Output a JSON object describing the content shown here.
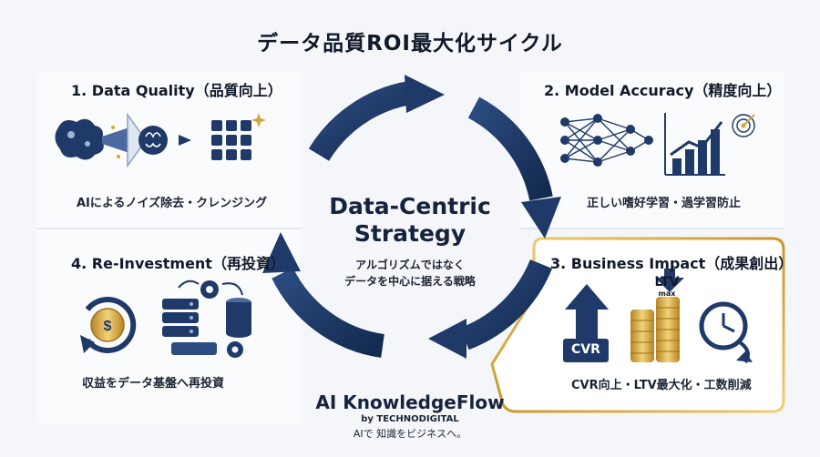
{
  "title": "データ品質ROI最大化サイクル",
  "center": {
    "title_line1": "Data-Centric",
    "title_line2": "Strategy",
    "sub_line1": "アルゴリズムではなく",
    "sub_line2": "データを中心に据える戦略"
  },
  "quadrants": {
    "data_quality": {
      "title": "1. Data Quality（品質向上）",
      "caption": "AIによるノイズ除去・クレンジング"
    },
    "model_accuracy": {
      "title": "2. Model Accuracy（精度向上）",
      "caption": "正しい嗜好学習・過学習防止"
    },
    "business_impact": {
      "title": "3. Business Impact（成果創出）",
      "caption": "CVR向上・LTV最大化・工数削減",
      "cvr_label": "CVR",
      "ltv_label": "LTV",
      "ltv_sub": "max"
    },
    "reinvestment": {
      "title": "4. Re-Investment（再投資）",
      "caption": "収益をデータ基盤へ再投資"
    }
  },
  "brand": {
    "name": "AI KnowledgeFlow",
    "by": "by TECHNODIGITAL",
    "tagline": "AIで 知識をビジネスへ。"
  },
  "colors": {
    "navy": "#1f3a68",
    "gold": "#d4a43a",
    "background": "#f4f6f9"
  }
}
